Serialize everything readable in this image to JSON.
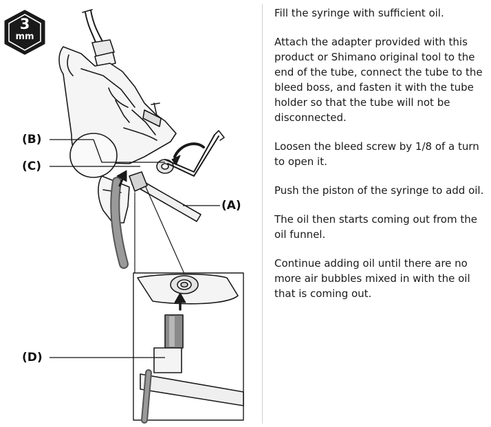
{
  "tool_badge": {
    "size": "3",
    "unit": "mm",
    "icon": "hex-wrench-icon"
  },
  "callouts": {
    "a": "(A)",
    "b": "(B)",
    "c": "(C)",
    "d": "(D)"
  },
  "steps": [
    "Fill the syringe with sufficient oil.",
    "Attach the adapter provided with this product or Shimano original tool to the end of the tube, connect the tube to the bleed boss, and fasten it with the tube holder so that the tube will not be disconnected.",
    "Loosen the bleed screw by 1/8 of a turn to open it.",
    "Push the piston of the syringe to add oil.",
    "The oil then starts coming out from the oil funnel.",
    "Continue adding oil until there are no more air bubbles mixed in with the oil that is coming out."
  ]
}
